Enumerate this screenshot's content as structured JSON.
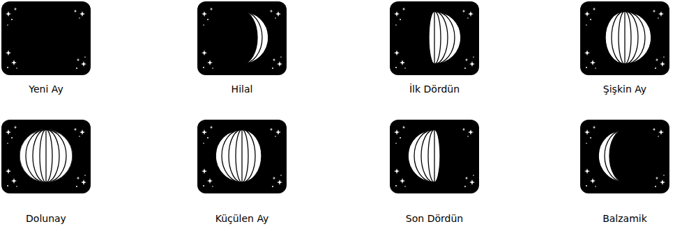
{
  "diagram": {
    "labels": [
      "Yeni Ay",
      "Hilal",
      "İlk Dördün",
      "Şişkin Ay",
      "Dolunay",
      "Küçülen Ay",
      "Son Dördün",
      "Balzamik"
    ]
  }
}
